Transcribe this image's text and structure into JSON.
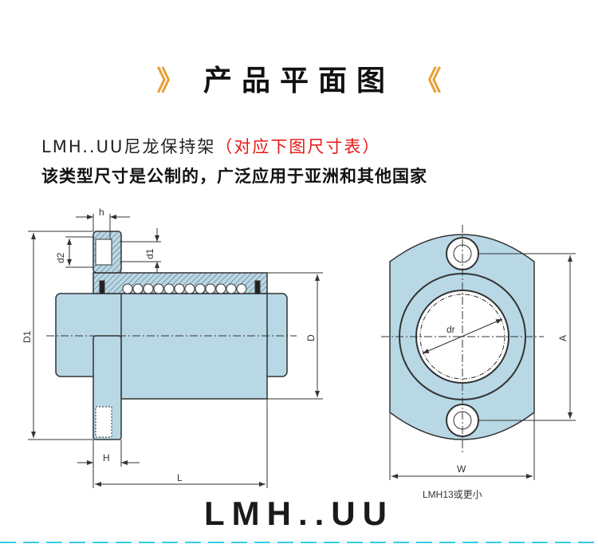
{
  "header": {
    "title": "产品平面图",
    "left_deco": "》",
    "right_deco": "《"
  },
  "intro": {
    "line1_black": "LMH..UU尼龙保持架",
    "line1_red": "（对应下图尺寸表）",
    "line2": "该类型尺寸是公制的，广泛应用于亚洲和其他国家"
  },
  "side_view": {
    "labels": {
      "h": "h",
      "d2": "d2",
      "d1": "d1",
      "D1": "D1",
      "D": "D",
      "H": "H",
      "L": "L"
    }
  },
  "front_view": {
    "labels": {
      "dr": "dr",
      "A": "A",
      "W": "W"
    },
    "caption": "LMH13或更小"
  },
  "model_name": "LMH..UU",
  "colors": {
    "accent": "#e8a035",
    "highlight": "#e81818",
    "part_fill": "#b8d8e6",
    "divider": "#33ccee"
  }
}
